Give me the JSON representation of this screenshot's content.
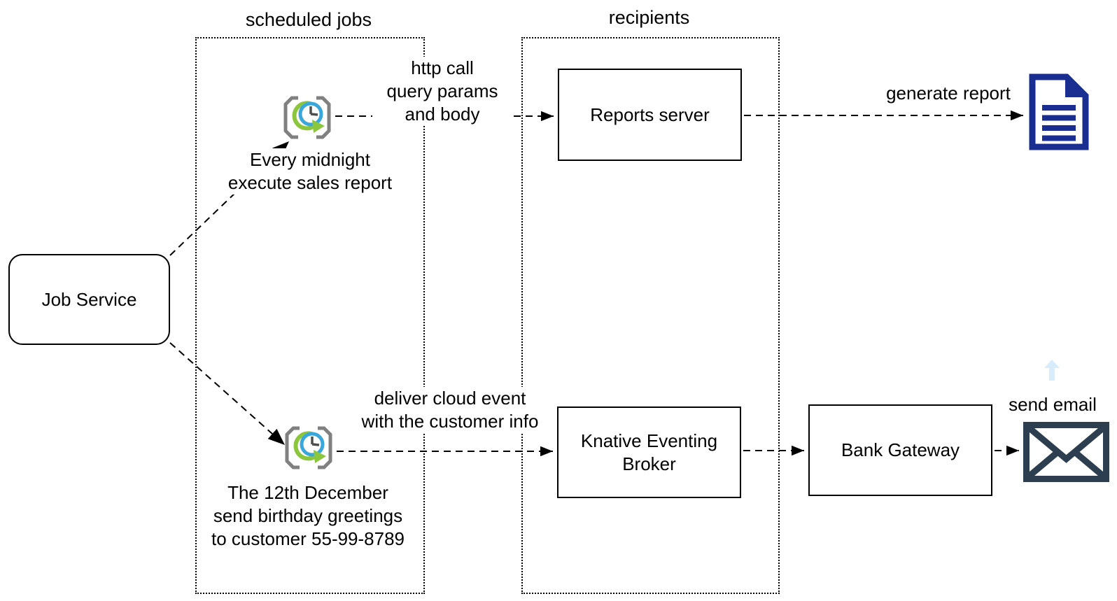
{
  "groups": {
    "scheduled_jobs": {
      "label": "scheduled jobs"
    },
    "recipients": {
      "label": "recipients"
    }
  },
  "nodes": {
    "job_service": {
      "label": "Job Service"
    },
    "reports_server": {
      "label": "Reports server"
    },
    "knative_broker": {
      "label": "Knative Eventing Broker"
    },
    "bank_gateway": {
      "label": "Bank Gateway"
    }
  },
  "annotations": {
    "midnight_job": "Every midnight\nexecute sales report",
    "birthday_job": "The 12th December\nsend birthday greetings\nto customer 55-99-8789"
  },
  "edge_labels": {
    "http_call": "http call\nquery params\nand body",
    "cloud_event": "deliver cloud event\nwith the customer info",
    "generate_report": "generate report",
    "send_email": "send email"
  },
  "icons": {
    "cron_top": "cron-schedule-icon",
    "cron_bottom": "cron-schedule-icon",
    "report_document": "document-report-icon",
    "email": "envelope-icon",
    "scroll_hint": "pale-up-arrow-icon"
  },
  "colors": {
    "line": "#000000",
    "cron_green": "#8CC63E",
    "cron_blue": "#3AA7DB",
    "cron_bracket_gray": "#808080",
    "clock_hands": "#4D4D4D",
    "document_navy": "#1A2E91",
    "envelope_slate": "#2D3E50",
    "pale_blue": "#D8ECFB"
  }
}
